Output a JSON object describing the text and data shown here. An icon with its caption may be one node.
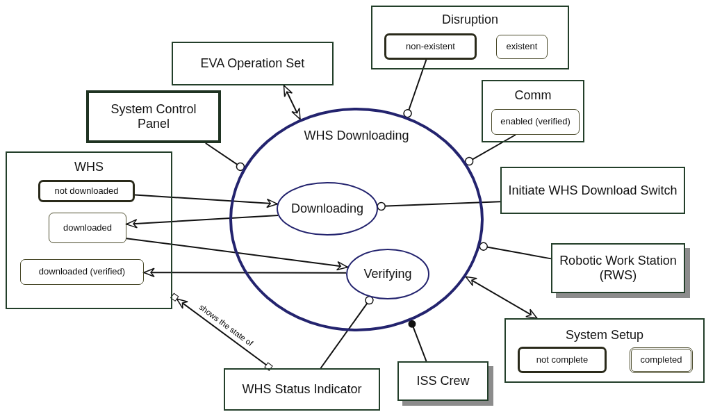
{
  "diagram": {
    "nodes": [
      {
        "text": [
          "EVA Operation Set"
        ]
      },
      {
        "text": [
          "Disruption"
        ]
      },
      {
        "text": [
          "non-existent"
        ],
        "in": 1
      },
      {
        "text": [
          "existent"
        ],
        "in": 1
      },
      {
        "text": [
          "System Control Panel"
        ]
      },
      {
        "text": [
          "Comm"
        ]
      },
      {
        "text": [
          "enabled (verified)"
        ],
        "in": 5
      },
      {
        "text": [
          "WHS"
        ]
      },
      {
        "text": [
          "not downloaded"
        ],
        "in": 7
      },
      {
        "text": [
          "downloaded"
        ],
        "in": 7
      },
      {
        "text": [
          "downloaded (verified)"
        ],
        "in": 7
      },
      {
        "text": [
          "WHS Downloading"
        ]
      },
      {
        "text": [
          "Downloading"
        ],
        "in": 11
      },
      {
        "text": [
          "Verifying"
        ],
        "in": 11
      },
      {
        "text": [
          "Initiate WHS Download Switch"
        ]
      },
      {
        "text": [
          "Robotic Work Station (RWS)"
        ]
      },
      {
        "text": [
          "System Setup"
        ]
      },
      {
        "text": [
          "not complete"
        ],
        "in": 16
      },
      {
        "text": [
          "completed"
        ],
        "in": 16
      },
      {
        "text": [
          "WHS Status Indicator"
        ]
      },
      {
        "text": [
          "ISS Crew"
        ]
      }
    ],
    "edges": [
      {
        "from": 0,
        "to": 11,
        "arrow": "both"
      },
      {
        "from": 2,
        "to": 11,
        "arrow": "other"
      },
      {
        "from": 4,
        "to": 11,
        "arrow": "other"
      },
      {
        "from": 6,
        "to": 11,
        "arrow": "other"
      },
      {
        "from": 8,
        "to": 12,
        "arrow": "to"
      },
      {
        "from": 12,
        "to": 9,
        "arrow": "to"
      },
      {
        "from": 9,
        "to": 13,
        "arrow": "to"
      },
      {
        "from": 13,
        "to": 10,
        "arrow": "to"
      },
      {
        "from": 14,
        "to": 12,
        "arrow": "other"
      },
      {
        "from": 15,
        "to": 11,
        "arrow": "other"
      },
      {
        "from": 16,
        "to": 11,
        "arrow": "both"
      },
      {
        "from": 19,
        "to": 7,
        "arrow": "to",
        "label": "shows the state of"
      },
      {
        "from": 19,
        "to": 13,
        "arrow": "other"
      },
      {
        "from": 20,
        "to": 11,
        "arrow": "other"
      }
    ]
  }
}
